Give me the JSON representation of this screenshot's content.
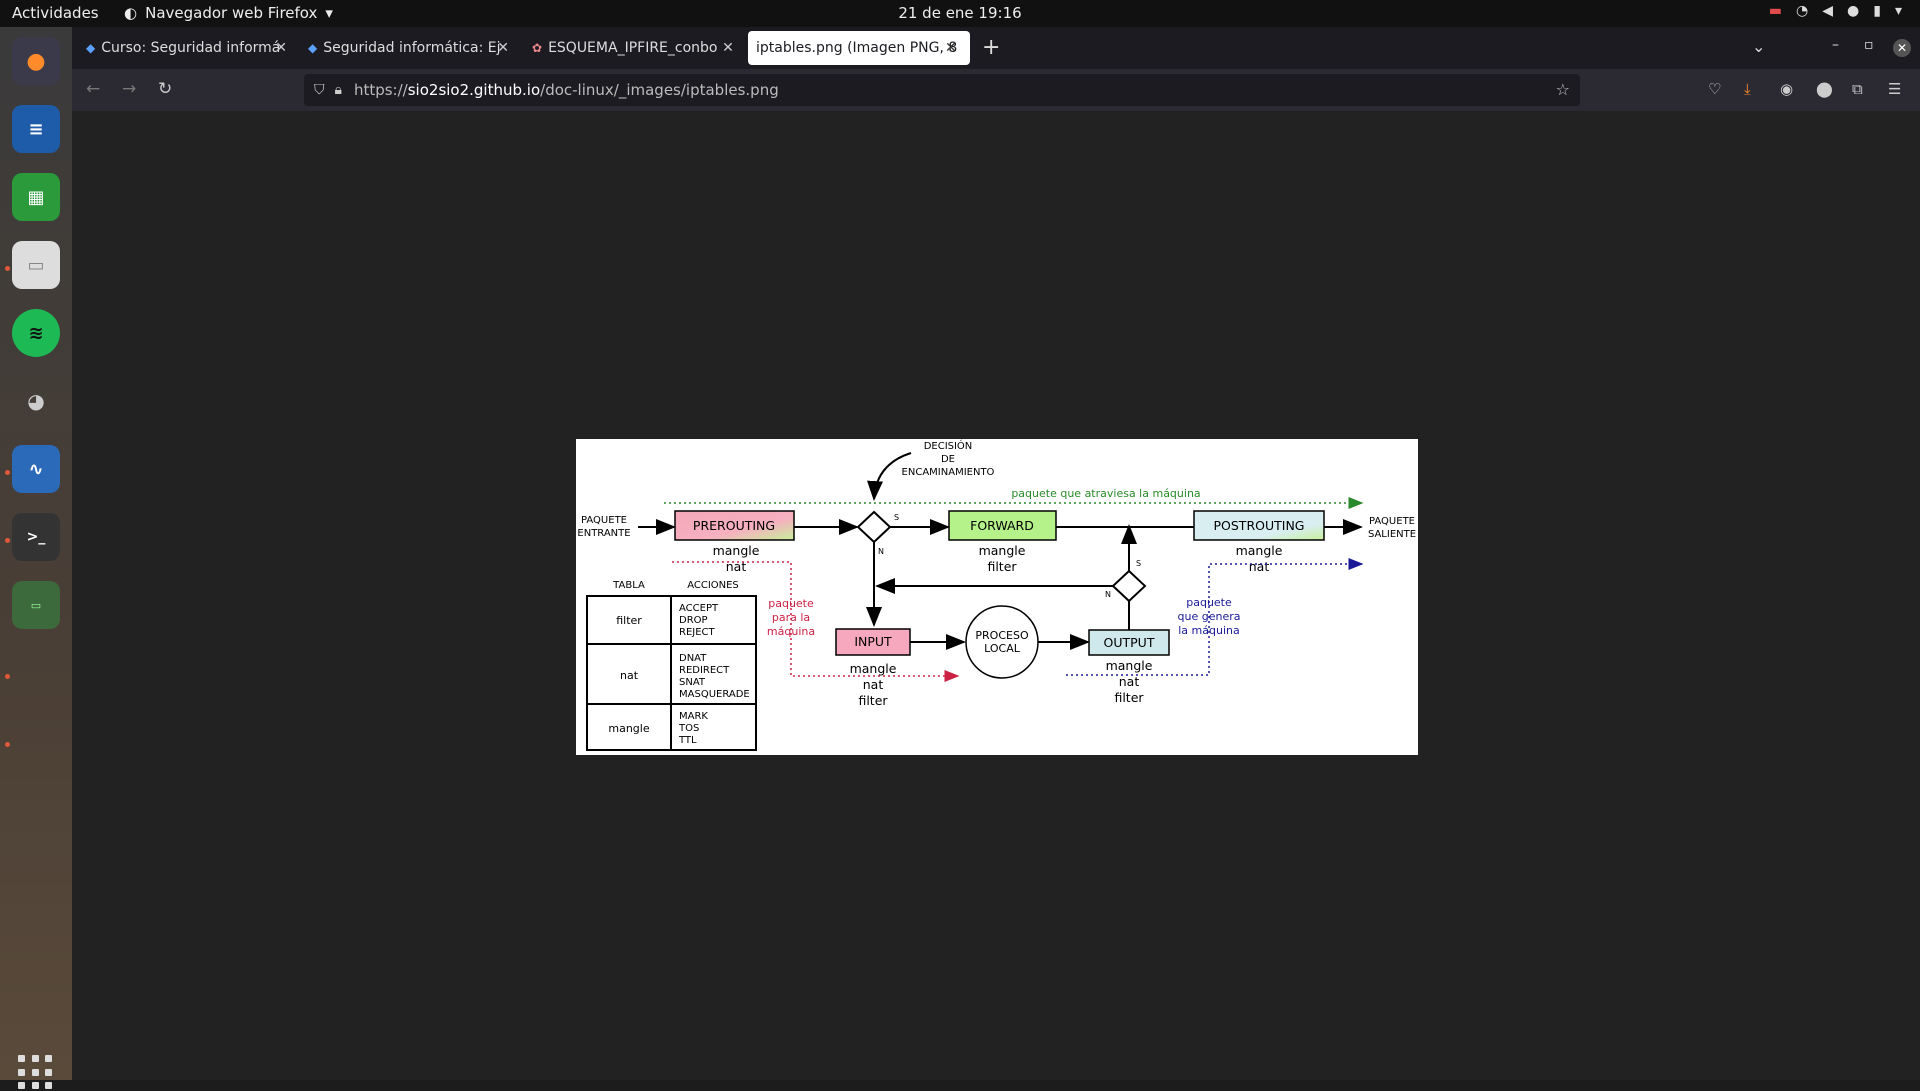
{
  "topbar": {
    "activities": "Actividades",
    "app_menu": "Navegador web Firefox",
    "clock": "21 de ene  19:16"
  },
  "tabs": [
    {
      "label": "Curso: Seguridad informá",
      "active": false
    },
    {
      "label": "Seguridad informática: Ej",
      "active": false
    },
    {
      "label": "ESQUEMA_IPFIRE_conbo",
      "active": false
    },
    {
      "label": "iptables.png (Imagen PNG, 8",
      "active": true
    }
  ],
  "url": {
    "scheme": "https://",
    "host": "sio2sio2.github.io",
    "path": "/doc-linux/_images/iptables.png"
  },
  "diagram": {
    "decision": [
      "DECISIÓN",
      "DE",
      "ENCAMINAMIENTO"
    ],
    "traverse_label": "paquete que atraviesa la máquina",
    "incoming": [
      "PAQUETE",
      "ENTRANTE"
    ],
    "outgoing": [
      "PAQUETE",
      "SALIENTE"
    ],
    "boxes": {
      "prerouting": "PREROUTING",
      "forward": "FORWARD",
      "postrouting": "POSTROUTING",
      "input": "INPUT",
      "output": "OUTPUT",
      "local": [
        "PROCESO",
        "LOCAL"
      ]
    },
    "tables": {
      "prerouting": [
        "mangle",
        "nat"
      ],
      "forward": [
        "mangle",
        "filter"
      ],
      "postrouting": [
        "mangle",
        "nat"
      ],
      "input": [
        "mangle",
        "nat",
        "filter"
      ],
      "output": [
        "mangle",
        "nat",
        "filter"
      ]
    },
    "s": "S",
    "n": "N",
    "for_machine": [
      "paquete",
      "para la",
      "máquina"
    ],
    "generated": [
      "paquete",
      "que genera",
      "la máquina"
    ],
    "legend": {
      "col_table": "TABLA",
      "col_actions": "ACCIONES",
      "rows": [
        {
          "table": "filter",
          "actions": [
            "ACCEPT",
            "DROP",
            "REJECT"
          ]
        },
        {
          "table": "nat",
          "actions": [
            "DNAT",
            "REDIRECT",
            "SNAT",
            "MASQUERADE"
          ]
        },
        {
          "table": "mangle",
          "actions": [
            "MARK",
            "TOS",
            "TTL"
          ]
        }
      ]
    },
    "colors": {
      "prerouting": "#f4a7b9",
      "forward": "#b6f28a",
      "postrouting": "#d8eef0",
      "input": "#f6a9be",
      "output": "#cfe8ec",
      "green": "#2a8a2a",
      "red": "#cc2244",
      "blue": "#1a1a99"
    }
  }
}
